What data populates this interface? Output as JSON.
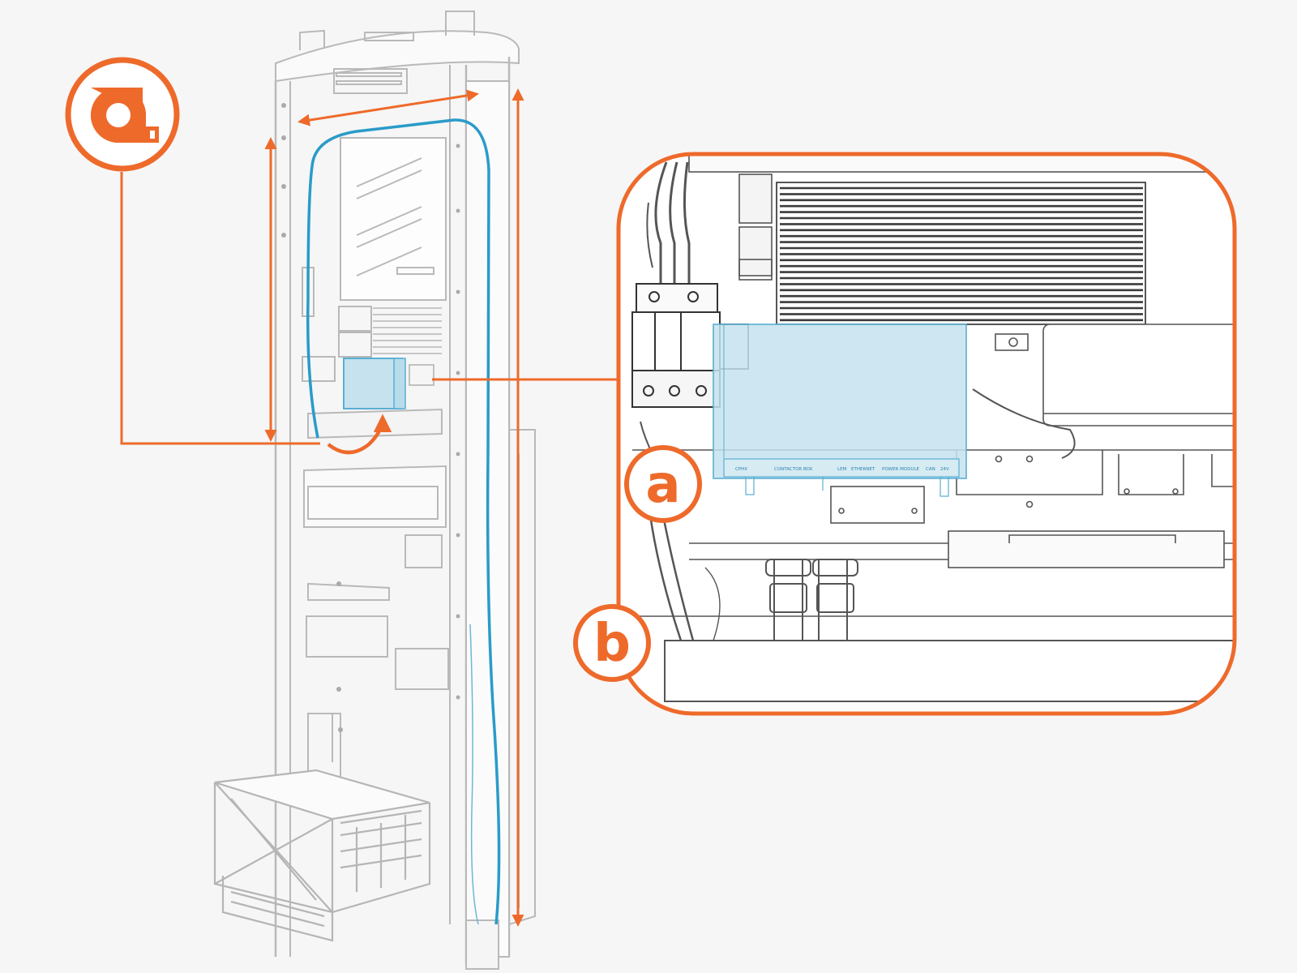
{
  "colors": {
    "accent": "#EE6A2B",
    "cable": "#2A9BC9",
    "module_fill": "#C6E2EE",
    "module_stroke": "#5AAFD3",
    "frame_line": "#B9B9B9",
    "frame_dark": "#9A9A9A",
    "background": "#F6F6F6"
  },
  "icons": {
    "measure": "tape-measure-icon"
  },
  "callouts": {
    "a": "a",
    "b": "b"
  },
  "module_labels": {
    "label1": "CPHX",
    "label2": "CONTACTOR BOX",
    "label3": "LEM",
    "label4": "ETHERNET",
    "label5": "POWER MODULE",
    "label6": "CAN",
    "label7": "24V"
  }
}
